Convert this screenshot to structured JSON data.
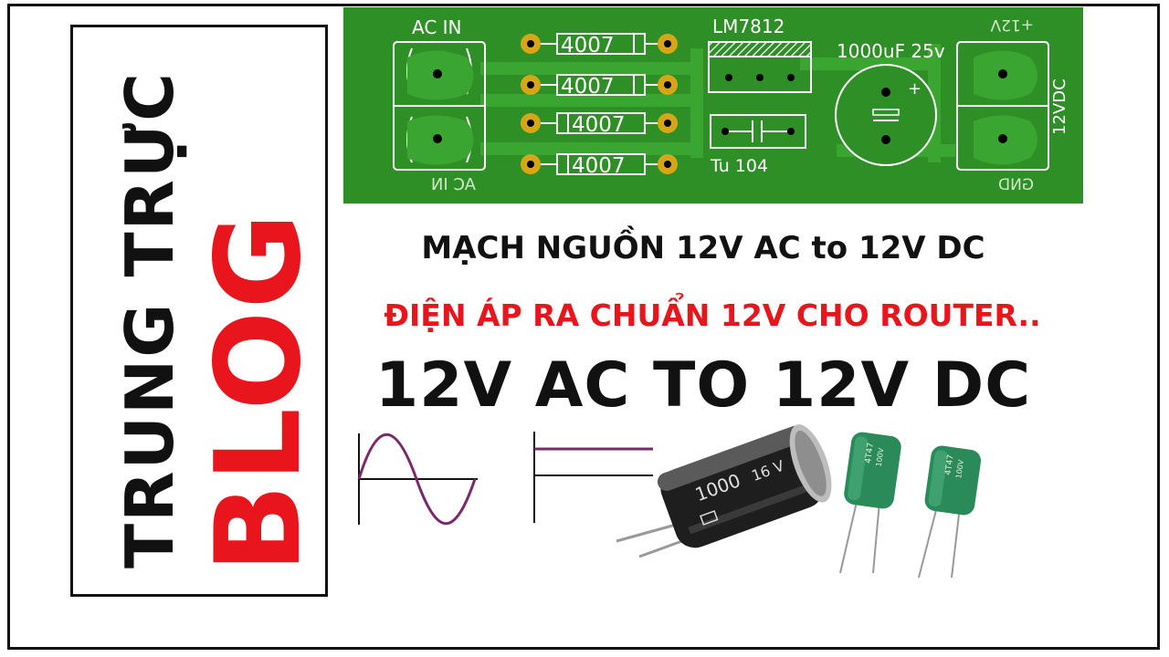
{
  "brand": {
    "title": "TRUNG TRỰC",
    "blog": "BLOG"
  },
  "pcb": {
    "ac_in_top": "AC IN",
    "ac_in_bottom": "AC IN",
    "diode_1": "4007",
    "diode_2": "4007",
    "diode_3": "4007",
    "diode_4": "4007",
    "regulator": "LM7812",
    "capacitor_label": "1000uF 25v",
    "plus_sign": "+",
    "tu_label": "Tu 104",
    "out_top": "+12V",
    "out_side": "12VDC",
    "out_bottom": "GND"
  },
  "headline": {
    "line1": "MẠCH NGUỒN 12V AC to 12V DC",
    "line2": "ĐIỆN ÁP RA CHUẨN 12V CHO ROUTER..",
    "line3": "12V AC TO 12V DC"
  },
  "components": {
    "ecap_text_a": "1000",
    "ecap_text_b": "16 V",
    "film_cap_text": "4T47",
    "film_cap_text_2": "100V"
  },
  "colors": {
    "pcb_green": "#2f8f27",
    "pad_gold": "#d6a617",
    "accent_red": "#e8161c",
    "wave_purple": "#7a2a6a"
  }
}
